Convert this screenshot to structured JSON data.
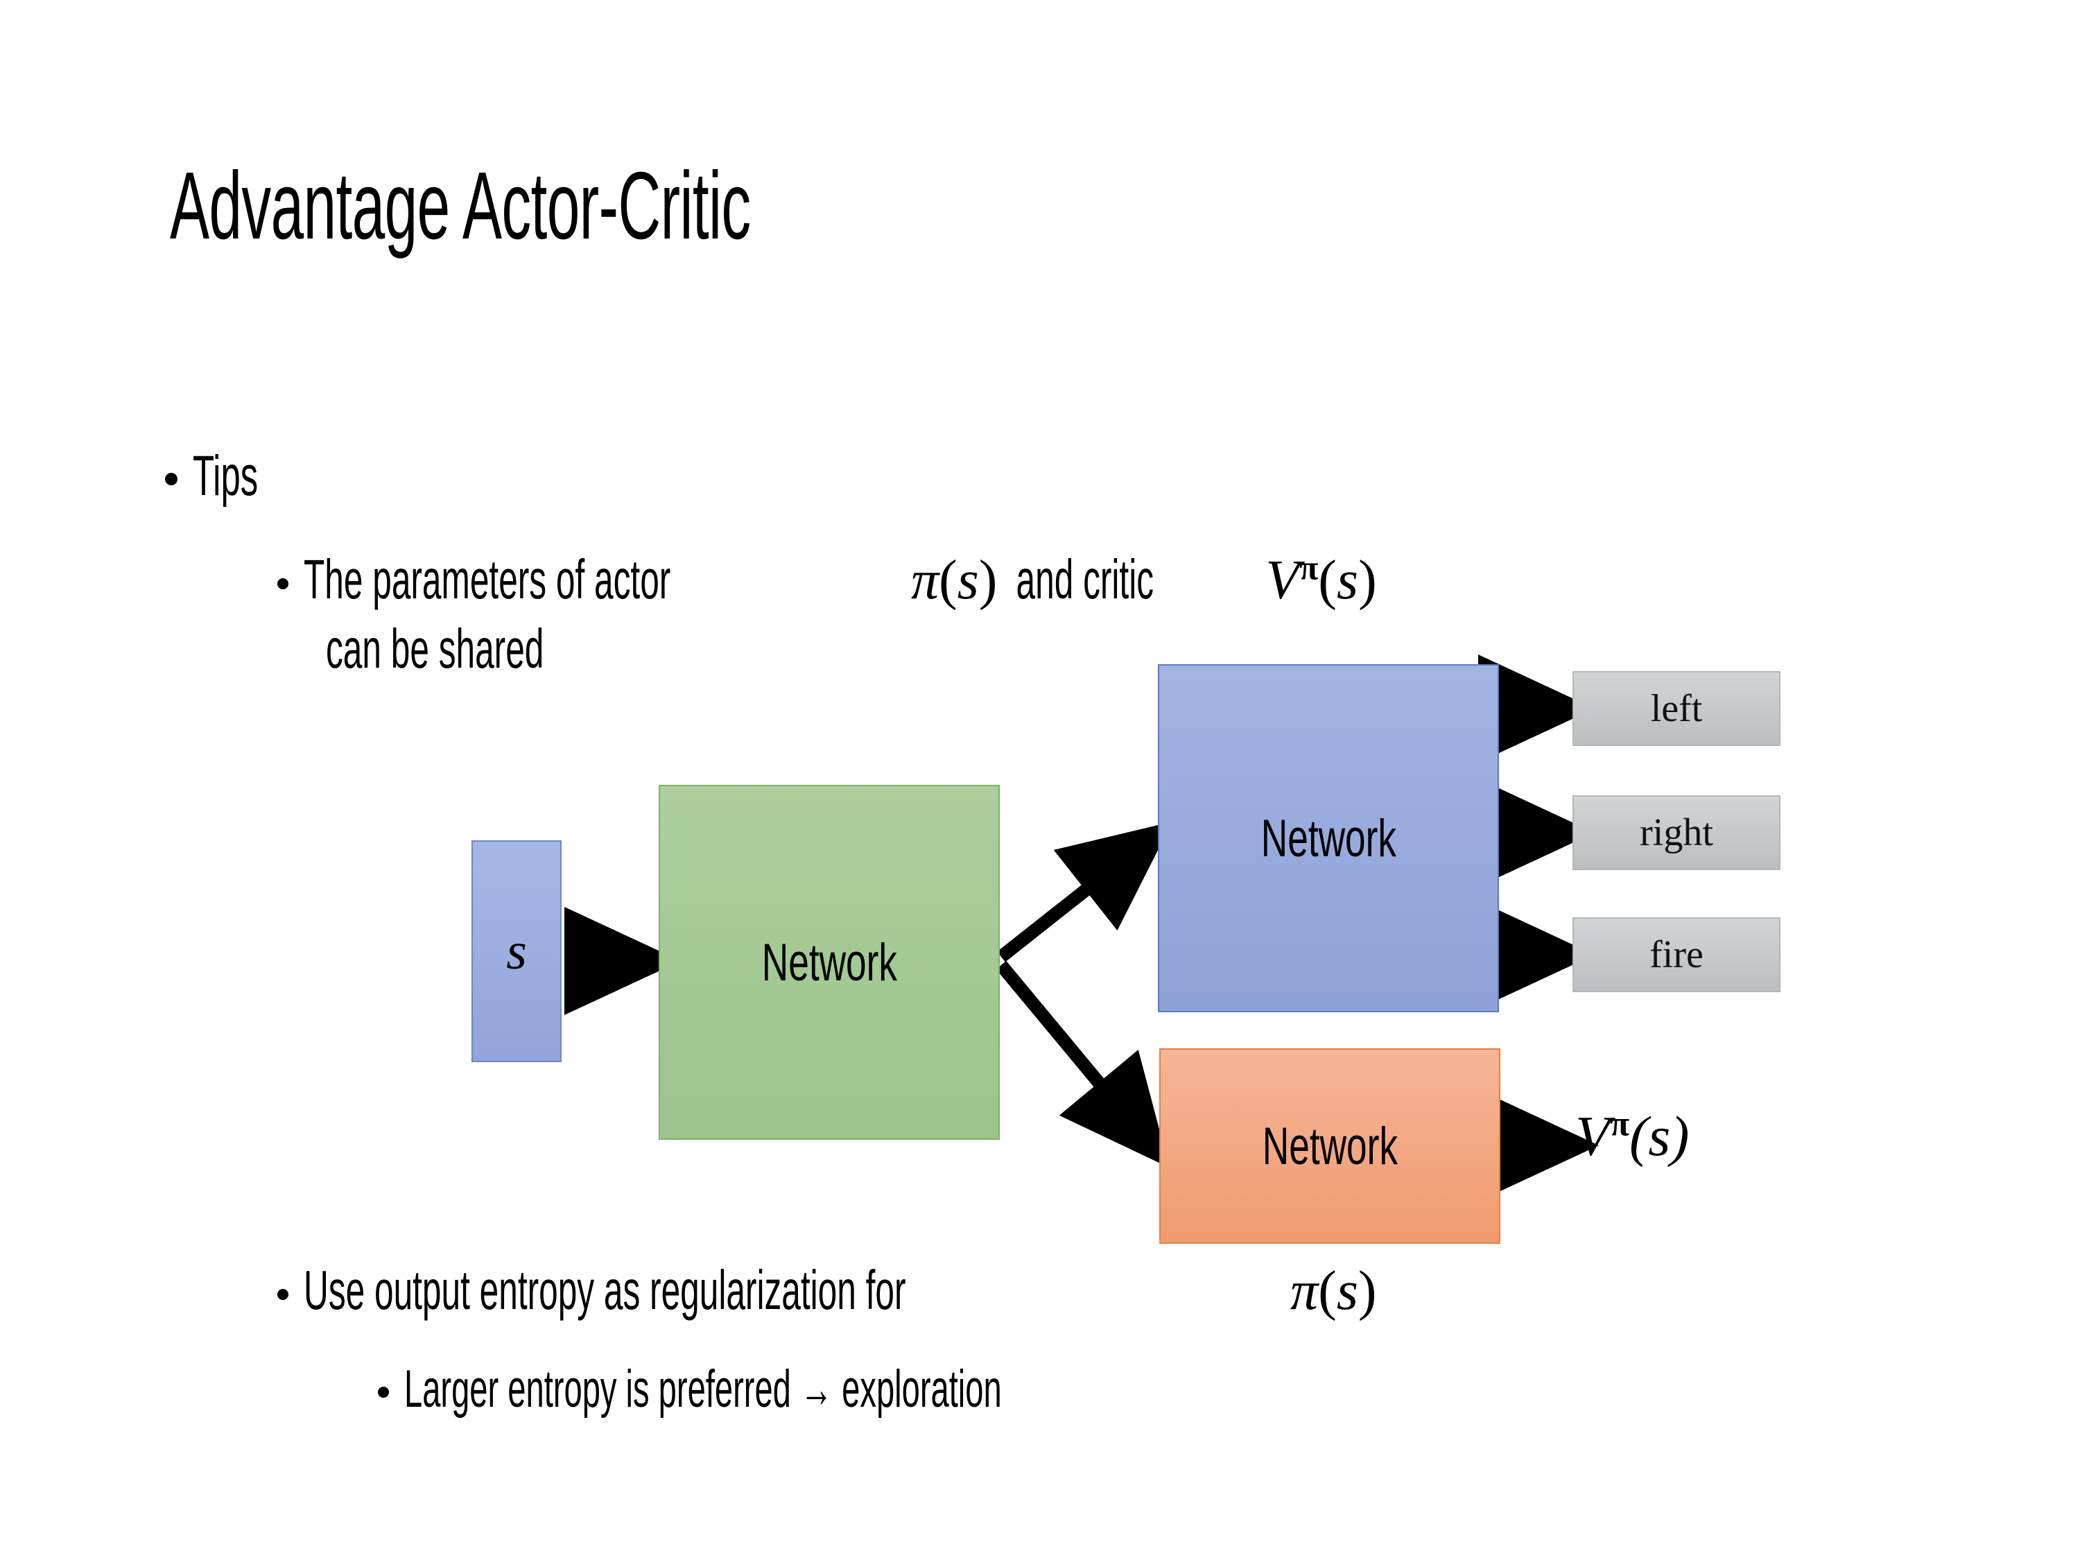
{
  "slide": {
    "title": "Advantage Actor-Critic",
    "background_color": "#ffffff"
  },
  "bullets": {
    "tips": "Tips",
    "parameters_line1_prefix": "The parameters of actor ",
    "parameters_math_actor": "π(s)",
    "parameters_line1_mid": "  and critic ",
    "parameters_math_critic": "Vπ(s)",
    "parameters_line2": "can be shared",
    "entropy_prefix": "Use output entropy as regularization for ",
    "entropy_math": "π(s)",
    "larger_entropy": "Larger entropy is preferred → exploration"
  },
  "diagram": {
    "input_label": "s",
    "shared_network_label": "Network",
    "actor_network_label": "Network",
    "critic_network_label": "Network",
    "actor_outputs": [
      {
        "label": "left"
      },
      {
        "label": "right"
      },
      {
        "label": "fire"
      }
    ],
    "critic_output": {
      "base": "V",
      "superscript": "π",
      "argument": "(s)"
    },
    "colors": {
      "input_box": "#92a4d9",
      "input_border": "#6f87c9",
      "shared_box": "#a2c892",
      "shared_border": "#7fb06c",
      "actor_box": "#96a9db",
      "actor_border": "#5b79c2",
      "critic_box": "#f4a983",
      "critic_border": "#e2823f",
      "output_box": "#c7cacd",
      "output_border": "#b3b6b9",
      "arrow": "#000000"
    }
  }
}
